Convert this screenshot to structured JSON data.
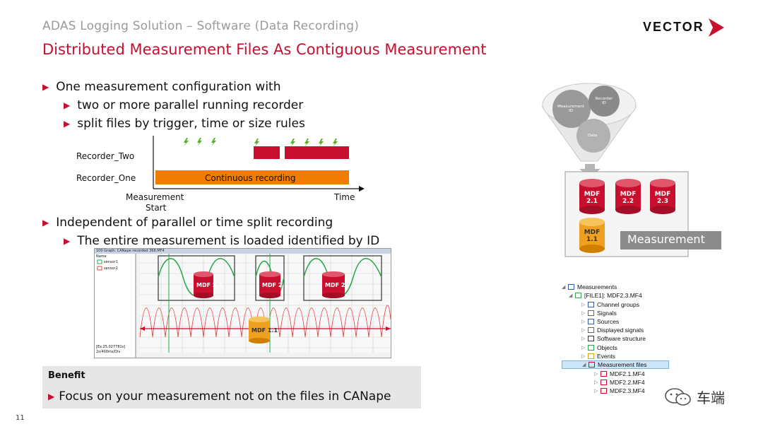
{
  "header": {
    "subtitle": "ADAS Logging Solution – Software (Data Recording)",
    "title": "Distributed Measurement Files As Contiguous Measurement",
    "logo": "VECTOR"
  },
  "bullets": {
    "b1": "One measurement configuration with",
    "b1a": "two or more parallel running recorder",
    "b1b": "split files by trigger, time or size rules",
    "b2": "Independent of parallel or time split recording",
    "b2a": "The entire measurement is loaded identified by ID"
  },
  "diagram": {
    "recorder_two": "Recorder_Two",
    "recorder_one": "Recorder_One",
    "continuous": "Continuous recording",
    "start_line1": "Measurement",
    "start_line2": "Start",
    "time": "Time"
  },
  "canape": {
    "window_title": "100 Graph: CANape recorded 368.MF4",
    "name_header": "Name",
    "signal1": "sensor1",
    "signal2": "sensor2",
    "readout1": "[Ex.25.027781s]",
    "readout2": "2s/400ms/Div",
    "mdf_a": "MDF 2.1",
    "mdf_b": "MDF 2.",
    "mdf_c": "MDF 2.",
    "mdf_d": "MDF 1.1"
  },
  "benefit": {
    "heading": "Benefit",
    "text": "Focus on your measurement not on the files in CANape"
  },
  "funnel": {
    "c1": "Measurement ID",
    "c2": "Recorder ID",
    "c3": "Data",
    "mdf21": [
      "MDF",
      "2.1"
    ],
    "mdf22": [
      "MDF",
      "2.2"
    ],
    "mdf23": [
      "MDF",
      "2.3"
    ],
    "mdf11": [
      "MDF",
      "1.1"
    ],
    "measurement": "Measurement"
  },
  "tree": {
    "root": "Measurements",
    "file": "[FILE1]: MDF2.3.MF4",
    "items": [
      "Channel groups",
      "Signals",
      "Sources",
      "Displayed signals",
      "Software structure",
      "Objects",
      "Events"
    ],
    "files_node": "Measurement files",
    "files": [
      "MDF2.1.MF4",
      "MDF2.2.MF4",
      "MDF2.3.MF4"
    ]
  },
  "footer": {
    "page": "11",
    "brand": "车端"
  },
  "colors": {
    "accent_red": "#c8102e",
    "orange": "#f07d00",
    "mdf_red": "#c8102e"
  }
}
